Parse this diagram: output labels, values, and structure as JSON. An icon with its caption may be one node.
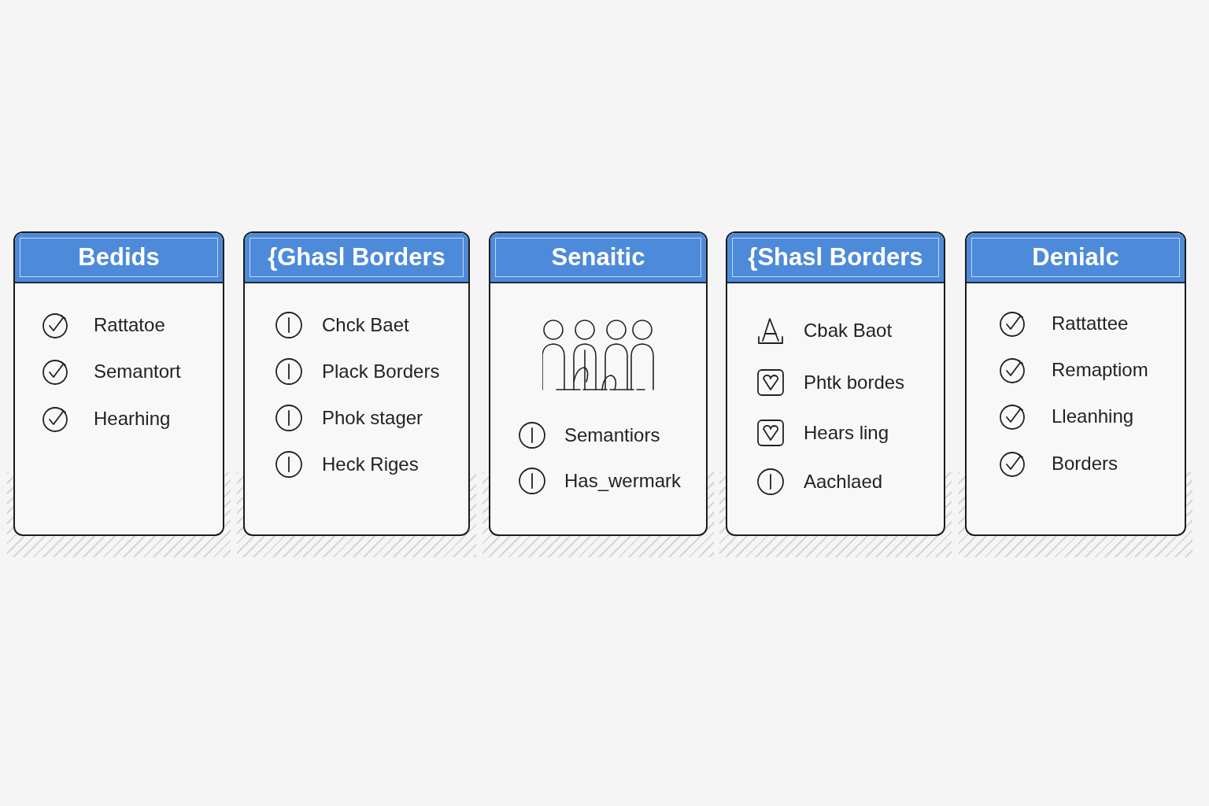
{
  "diagram": {
    "nodes": [
      {
        "text": [
          "Bedids",
          "Rattatoe",
          "Semantort",
          "Hearhing"
        ]
      },
      {
        "text": [
          "{Ghasl Borders",
          "Chck Baet",
          "Plack Borders",
          "Phok stager",
          "Heck Riges"
        ]
      },
      {
        "text": [
          "Senaitic",
          "Semantiors",
          "Has_wermark"
        ]
      },
      {
        "text": [
          "{Shasl Borders",
          "Cbak Baot",
          "Phtk bordes",
          "Hears ling",
          "Aachlaed"
        ]
      },
      {
        "text": [
          "Denialc",
          "Rattattee",
          "Remaptiom",
          "Lleanhing",
          "Borders"
        ]
      }
    ]
  }
}
